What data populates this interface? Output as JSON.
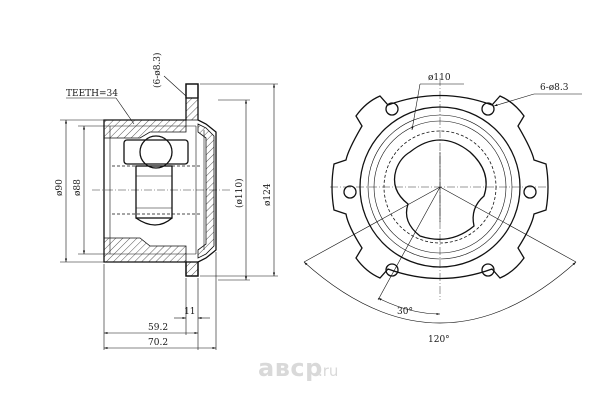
{
  "side_view": {
    "teeth_label": "TEETH=34",
    "holes_label_vertical": "(6-ø8.3)",
    "dia_90": "ø90",
    "dia_88": "ø88",
    "dia_110_paren": "(ø110)",
    "dia_124": "ø124",
    "len_11": "11",
    "len_59_2": "59.2",
    "len_70_2": "70.2"
  },
  "front_view": {
    "dia_110": "ø110",
    "holes_label": "6-ø8.3",
    "angle_30": "30°",
    "angle_120": "120°"
  },
  "watermark": {
    "brand": "авср",
    "tld": ".ru"
  }
}
